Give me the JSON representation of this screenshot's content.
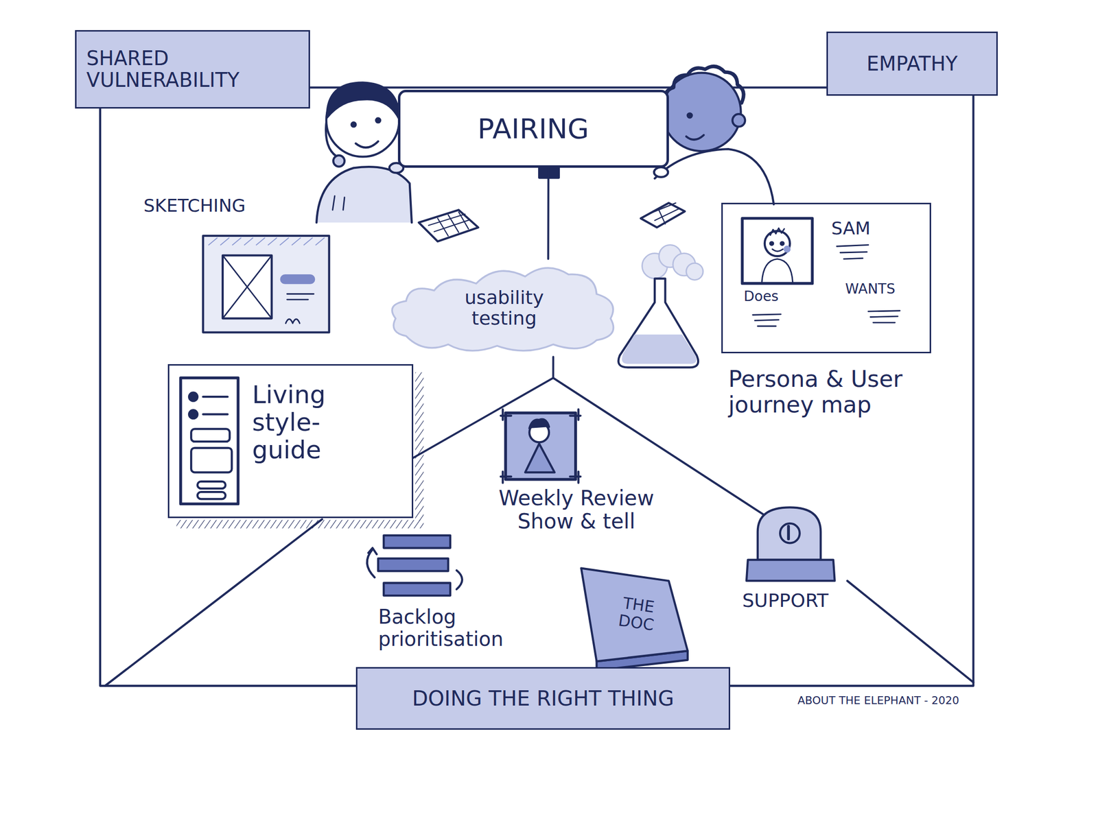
{
  "diagram": {
    "nodes": [
      {
        "text": [
          "SHARED VULNERABILITY"
        ]
      },
      {
        "text": [
          "EMPATHY"
        ]
      },
      {
        "text": [
          "PAIRING"
        ]
      },
      {
        "text": [
          "usability testing"
        ]
      },
      {
        "text": [
          "SAM",
          "Does",
          "WANTS",
          "Persona & User journey map"
        ]
      },
      {
        "text": [
          "Living style-guide"
        ]
      },
      {
        "text": [
          "THE DOC"
        ]
      },
      {
        "text": [
          "DOING THE RIGHT THING"
        ]
      }
    ],
    "edges": [
      {
        "from": 2,
        "to": 3,
        "arrow": "none"
      },
      {
        "from": 3,
        "to": 5,
        "arrow": "none"
      }
    ],
    "labels": [
      "SKETCHING",
      "Weekly Review Show & tell",
      "Backlog prioritisation",
      "SUPPORT",
      "ABOUT THE ELEPHANT - 2020"
    ]
  }
}
